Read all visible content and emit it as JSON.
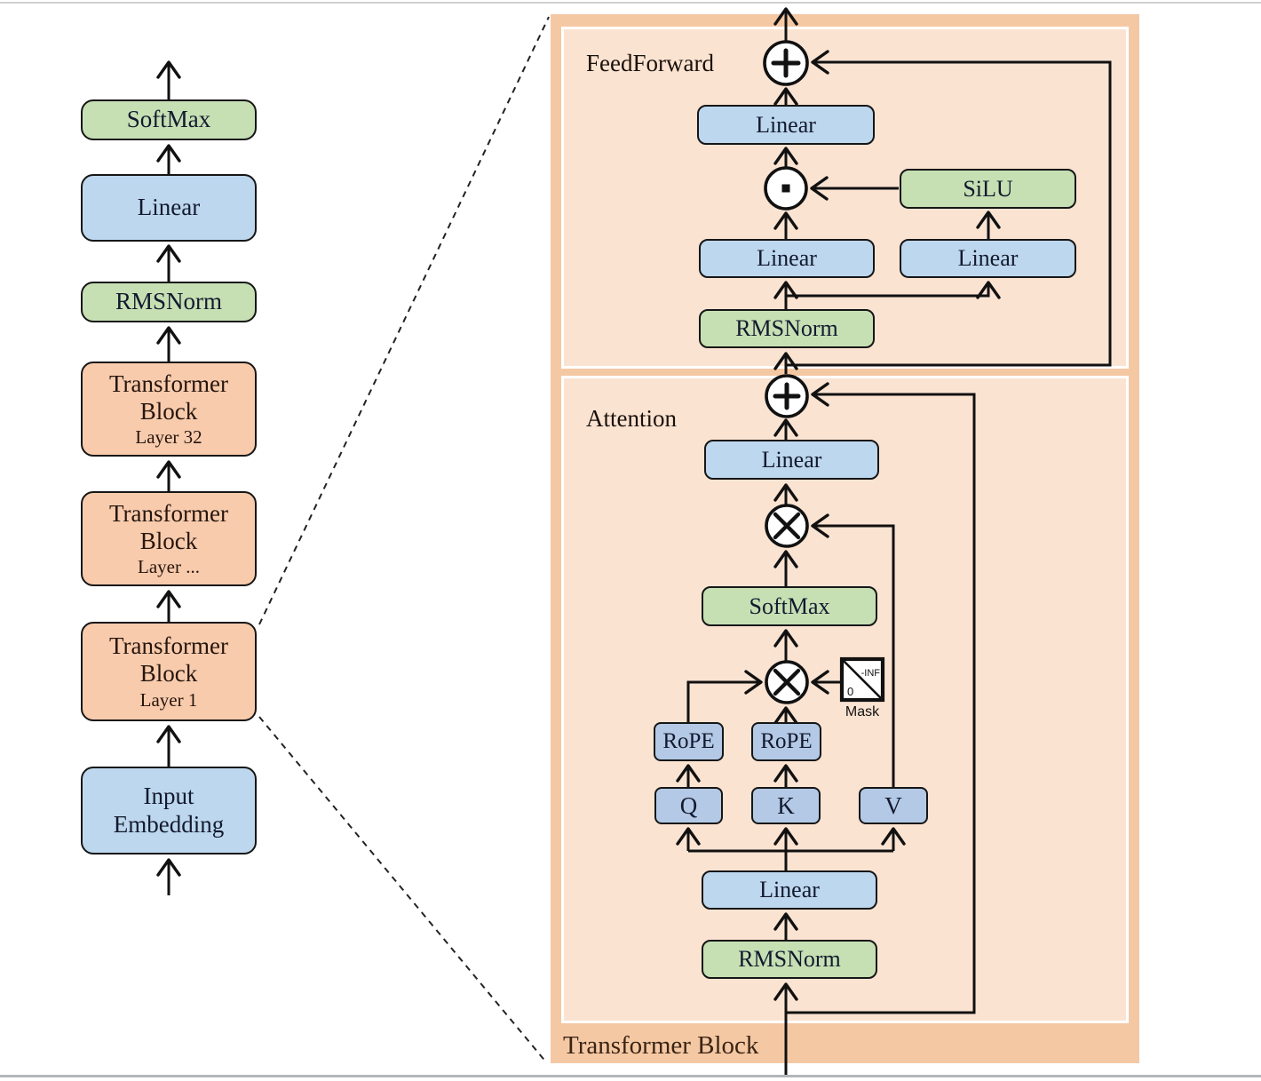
{
  "palette": {
    "box_blue": "#bdd7ee",
    "box_green": "#c6e0b4",
    "box_orange": "#f8cbad",
    "box_periwinkle": "#b3c9e6",
    "panel_outer": "#f5c8a4",
    "panel_inner": "#fbe3d2",
    "line_color": "#111111"
  },
  "icons": {
    "add": "plus-circle",
    "elementwise_product": "dot-circle",
    "matmul": "times-circle",
    "mask": "mask-matrix-square"
  },
  "left_column": {
    "nodes": [
      {
        "label": "SoftMax"
      },
      {
        "label": "Linear"
      },
      {
        "label": "RMSNorm"
      },
      {
        "label": "Transformer\nBlock",
        "sublabel": "Layer 32"
      },
      {
        "label": "Transformer\nBlock",
        "sublabel": "Layer ..."
      },
      {
        "label": "Transformer\nBlock",
        "sublabel": "Layer 1"
      },
      {
        "label": "Input\nEmbedding"
      }
    ]
  },
  "block_panel": {
    "title": "Transformer Block",
    "feedforward": {
      "label": "FeedForward",
      "linear_out": "Linear",
      "silu": "SiLU",
      "linear_gate": "Linear",
      "linear_up": "Linear",
      "rmsnorm": "RMSNorm"
    },
    "attention": {
      "label": "Attention",
      "linear_out": "Linear",
      "softmax": "SoftMax",
      "rope_q": "RoPE",
      "rope_k": "RoPE",
      "q": "Q",
      "k": "K",
      "v": "V",
      "linear_qkv": "Linear",
      "rmsnorm": "RMSNorm",
      "mask": {
        "label": "Mask",
        "neg_inf": "-INF",
        "zero": "0"
      }
    }
  }
}
